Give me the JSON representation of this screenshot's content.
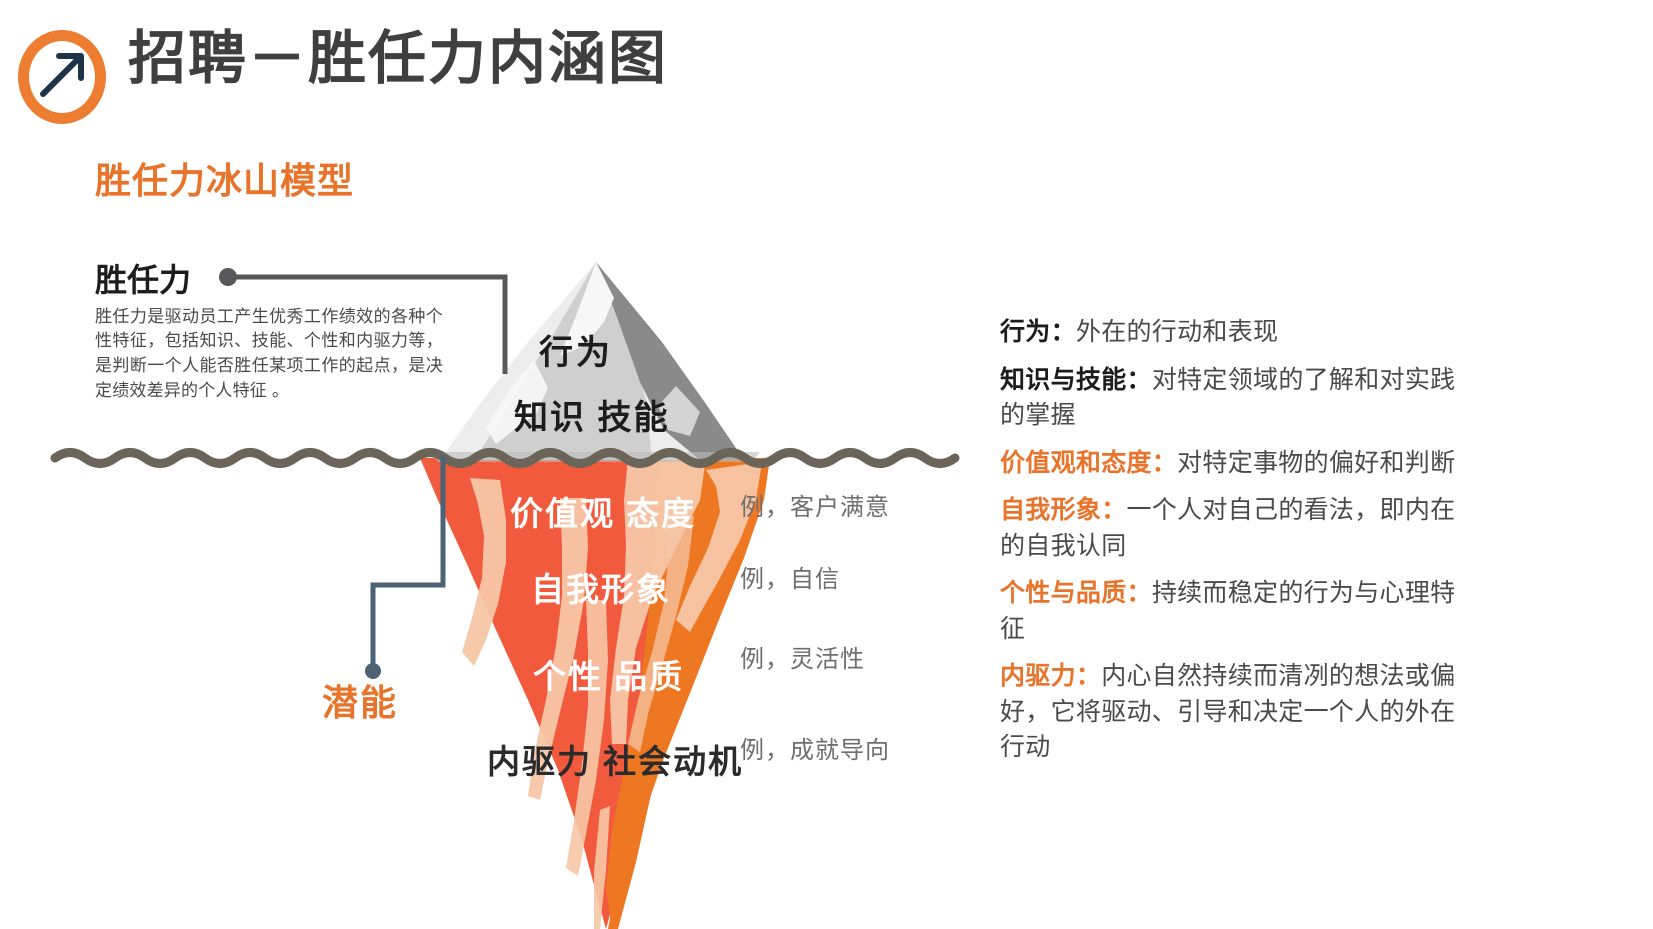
{
  "header": {
    "logo_icon": "arrow-up-right-circle-icon",
    "title": "招聘－胜任力内涵图",
    "section_title": "胜任力冰山模型"
  },
  "colors": {
    "brand_orange": "#E8742B",
    "logo_orange": "#ED7D31",
    "arrow_navy": "#1F3348",
    "title_gray": "#3F3F3F",
    "iceberg_above_light": "#EDEDED",
    "iceberg_above_mid": "#C9C9C9",
    "iceberg_above_dark": "#8A8A8A",
    "iceberg_below_red": "#F15A3C",
    "iceberg_below_orange": "#EE7722",
    "iceberg_below_peach": "#F6C6A6",
    "waterline": "#6B6459",
    "connector_gray": "#58585A",
    "connector_slate": "#4C6375"
  },
  "callout_left": {
    "title": "胜任力",
    "body": "胜任力是驱动员工产生优秀工作绩效的各种个性特征，包括知识、技能、个性和内驱力等，是判断一个人能否胜任某项工作的起点，是决定绩效差异的个人特征 。"
  },
  "callout_bottom": {
    "label": "潜能"
  },
  "iceberg": {
    "above_water_labels": [
      {
        "id": "behavior",
        "text": "行为"
      },
      {
        "id": "knowledge-skill",
        "text": "知识 技能"
      }
    ],
    "below_water_labels": [
      {
        "id": "values-attitude",
        "text": "价值观 态度"
      },
      {
        "id": "self-image",
        "text": "自我形象"
      },
      {
        "id": "personality-quality",
        "text": "个性 品质"
      },
      {
        "id": "drive-social-motive",
        "text": "内驱力 社会动机"
      }
    ]
  },
  "examples": [
    {
      "id": "example-1",
      "text": "例，客户满意"
    },
    {
      "id": "example-2",
      "text": "例，自信"
    },
    {
      "id": "example-3",
      "text": "例，灵活性"
    },
    {
      "id": "example-4",
      "text": "例，成就导向"
    }
  ],
  "legend": [
    {
      "id": "behavior",
      "key": "行为：",
      "value": "外在的行动和表现",
      "tone": "dark"
    },
    {
      "id": "knowledge",
      "key": "知识与技能：",
      "value": "对特定领域的了解和对实践的掌握",
      "tone": "dark"
    },
    {
      "id": "values",
      "key": "价值观和态度：",
      "value": "对特定事物的偏好和判断",
      "tone": "orange"
    },
    {
      "id": "self-image",
      "key": "自我形象：",
      "value": "一个人对自己的看法，即内在的自我认同",
      "tone": "orange"
    },
    {
      "id": "personality",
      "key": "个性与品质：",
      "value": "持续而稳定的行为与心理特征",
      "tone": "orange"
    },
    {
      "id": "drive",
      "key": "内驱力：",
      "value": "内心自然持续而清冽的想法或偏好，它将驱动、引导和决定一个人的外在行动",
      "tone": "orange"
    }
  ]
}
